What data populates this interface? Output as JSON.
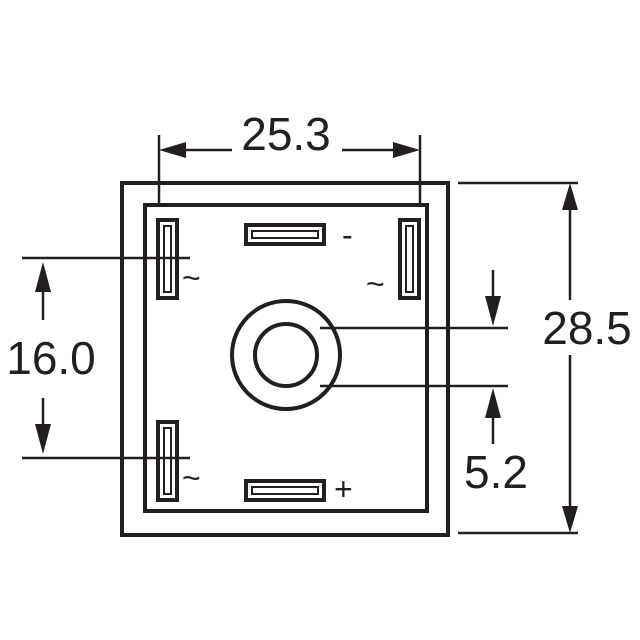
{
  "dimensions": {
    "width": "25.3",
    "height": "28.5",
    "pin_spacing": "16.0",
    "hole_offset": "5.2"
  },
  "pin_labels": {
    "top_left": "~",
    "top_right": "~",
    "bottom_left": "~",
    "top_center": "-",
    "bottom_center": "+"
  },
  "colors": {
    "line": "#231f20",
    "background": "#ffffff"
  }
}
